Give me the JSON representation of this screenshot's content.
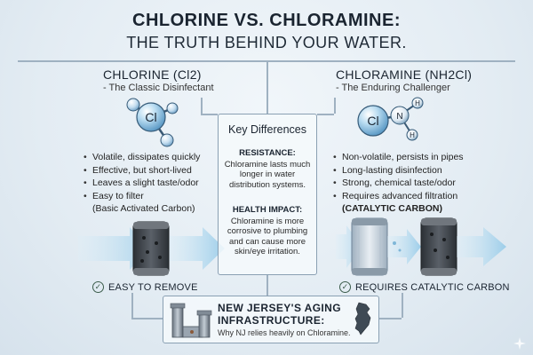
{
  "title": {
    "line1": "CHLORINE VS. CHLORAMINE:",
    "line2": "THE TRUTH BEHIND YOUR WATER."
  },
  "left": {
    "heading": "CHLORINE (Cl2)",
    "subtitle": "- The Classic Disinfectant",
    "molecule_label": "Cl",
    "bullets": [
      "Volatile, dissipates quickly",
      "Effective, but short-lived",
      "Leaves a slight taste/odor",
      "Easy to filter",
      "(Basic Activated Carbon)"
    ],
    "badge": "EASY TO REMOVE"
  },
  "right": {
    "heading": "CHLORAMINE (NH2Cl)",
    "subtitle": "- The Enduring Challenger",
    "molecule_labels": {
      "cl": "Cl",
      "n": "N",
      "h1": "H",
      "h2": "H"
    },
    "bullets": [
      "Non-volatile, persists in pipes",
      "Long-lasting disinfection",
      "Strong, chemical taste/odor",
      "Requires advanced filtration",
      "(CATALYTIC CARBON)"
    ],
    "badge": "REQUIRES CATALYTIC CARBON"
  },
  "key_differences": {
    "heading": "Key Differences",
    "resistance_label": "RESISTANCE:",
    "resistance_text": "Chloramine lasts much longer in water distribution systems.",
    "health_label": "HEALTH IMPACT:",
    "health_text": "Chloramine is more corrosive to plumbing and can cause more skin/eye irritation."
  },
  "nj": {
    "heading": "NEW JERSEY'S AGING INFRASTRUCTURE:",
    "text": "Why NJ relies heavily on Chloramine."
  },
  "colors": {
    "accent": "#3f7fb4",
    "molecule": "#8fc3e3",
    "arrow": "#a9d4ee",
    "filter_dark": "#3a3f44",
    "filter_light": "#c8d4de"
  },
  "icons": [
    "check-icon",
    "pipe-icon",
    "new-jersey-map-icon",
    "sparkle-icon"
  ]
}
